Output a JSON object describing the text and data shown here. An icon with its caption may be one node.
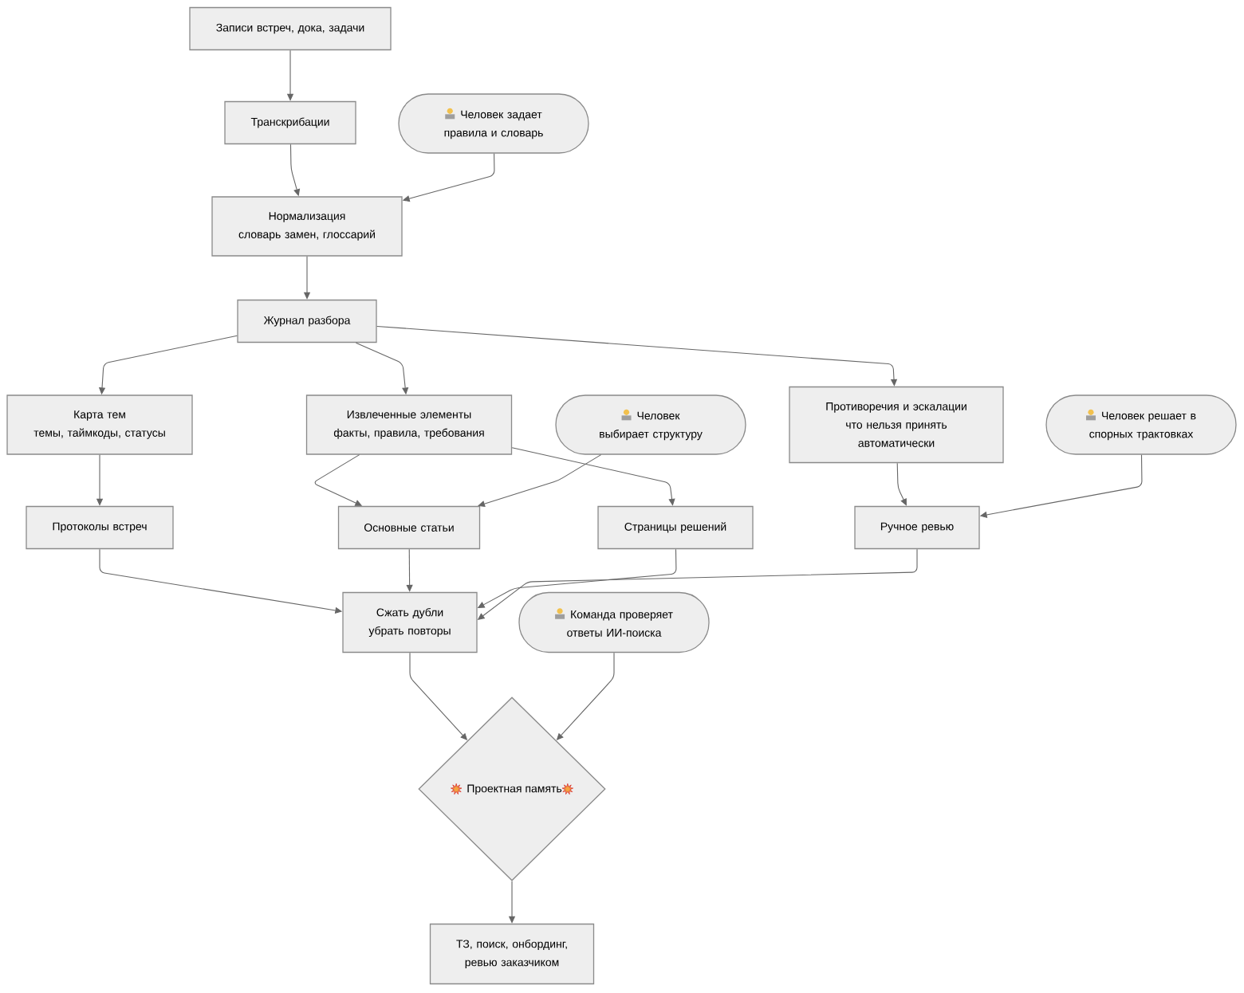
{
  "diagram": {
    "nodes": [
      {
        "text": [
          "Записи встреч, дока, задачи"
        ]
      },
      {
        "text": [
          "Транскрибации"
        ]
      },
      {
        "text": [
          "Человек задает правила и словарь"
        ]
      },
      {
        "text": [
          "Нормализация",
          "словарь замен, глоссарий"
        ]
      },
      {
        "text": [
          "Журнал разбора"
        ]
      },
      {
        "text": [
          "Карта тем",
          "темы, таймкоды, статусы"
        ]
      },
      {
        "text": [
          "Извлеченные элементы",
          "факты, правила, требования"
        ]
      },
      {
        "text": [
          "Человек выбирает структуру"
        ]
      },
      {
        "text": [
          "Противоречия и эскалации",
          "что нельзя принять автоматически"
        ]
      },
      {
        "text": [
          "Человек решает в спорных трактовках"
        ]
      },
      {
        "text": [
          "Протоколы встреч"
        ]
      },
      {
        "text": [
          "Основные статьи"
        ]
      },
      {
        "text": [
          "Страницы решений"
        ]
      },
      {
        "text": [
          "Ручное ревью"
        ]
      },
      {
        "text": [
          "Сжать дубли",
          "убрать повторы"
        ]
      },
      {
        "text": [
          "Команда проверяет ответы ИИ-поиска"
        ]
      },
      {
        "text": [
          "Проектная память"
        ]
      },
      {
        "text": [
          "ТЗ, поиск, онбординг, ревью заказчиком"
        ]
      }
    ],
    "edges": [
      {
        "from": 0,
        "to": 1,
        "arrow": "to"
      },
      {
        "from": 1,
        "to": 3,
        "arrow": "to"
      },
      {
        "from": 2,
        "to": 3,
        "arrow": "to"
      },
      {
        "from": 3,
        "to": 4,
        "arrow": "to"
      },
      {
        "from": 4,
        "to": 5,
        "arrow": "to"
      },
      {
        "from": 4,
        "to": 6,
        "arrow": "to"
      },
      {
        "from": 4,
        "to": 8,
        "arrow": "to"
      },
      {
        "from": 5,
        "to": 10,
        "arrow": "to"
      },
      {
        "from": 6,
        "to": 11,
        "arrow": "to"
      },
      {
        "from": 7,
        "to": 11,
        "arrow": "to"
      },
      {
        "from": 6,
        "to": 12,
        "arrow": "to"
      },
      {
        "from": 8,
        "to": 13,
        "arrow": "to"
      },
      {
        "from": 9,
        "to": 13,
        "arrow": "to"
      },
      {
        "from": 10,
        "to": 14,
        "arrow": "to"
      },
      {
        "from": 11,
        "to": 14,
        "arrow": "to"
      },
      {
        "from": 12,
        "to": 14,
        "arrow": "to"
      },
      {
        "from": 13,
        "to": 14,
        "arrow": "to"
      },
      {
        "from": 14,
        "to": 16,
        "arrow": "to"
      },
      {
        "from": 15,
        "to": 16,
        "arrow": "to"
      },
      {
        "from": 16,
        "to": 17,
        "arrow": "to"
      }
    ]
  }
}
